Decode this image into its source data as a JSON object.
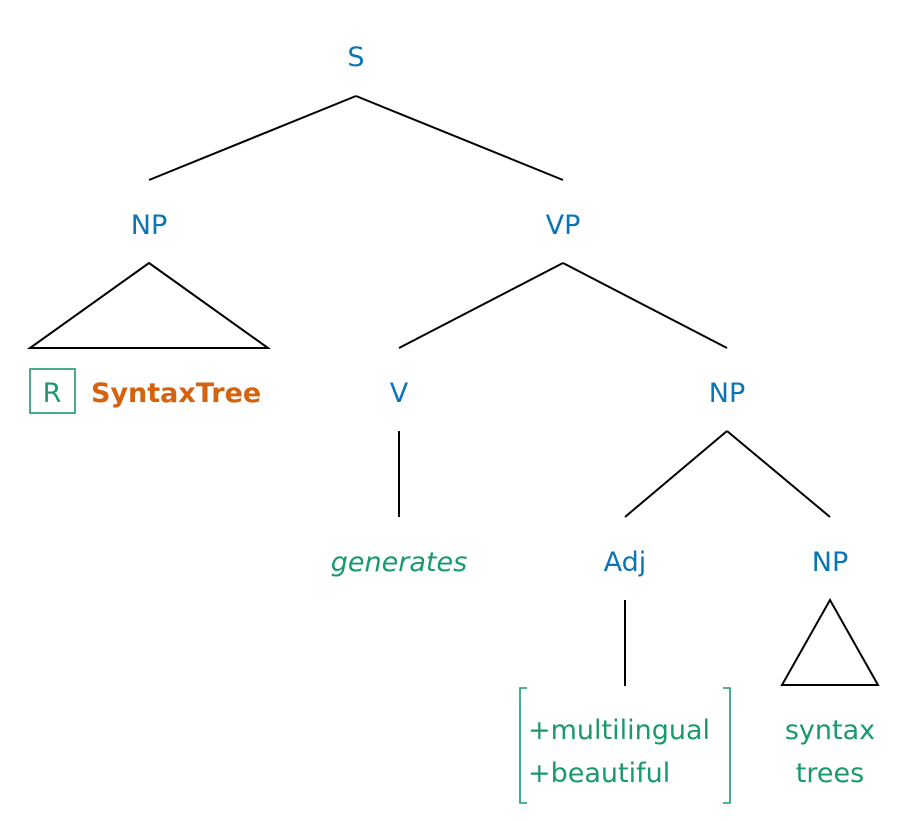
{
  "colors": {
    "category": "#0b74b4",
    "terminal": "#1a9a6c",
    "highlight": "#d4620e",
    "edge": "#000000"
  },
  "tree": {
    "root": "S",
    "subject_np": "NP",
    "subject_mark": "R",
    "subject_word": "SyntaxTree",
    "vp": "VP",
    "verb_cat": "V",
    "verb_word": "generates",
    "object_np": "NP",
    "adj_cat": "Adj",
    "adj_features": [
      "+multilingual",
      "+beautiful"
    ],
    "inner_np": "NP",
    "inner_words": [
      "syntax",
      "trees"
    ]
  }
}
